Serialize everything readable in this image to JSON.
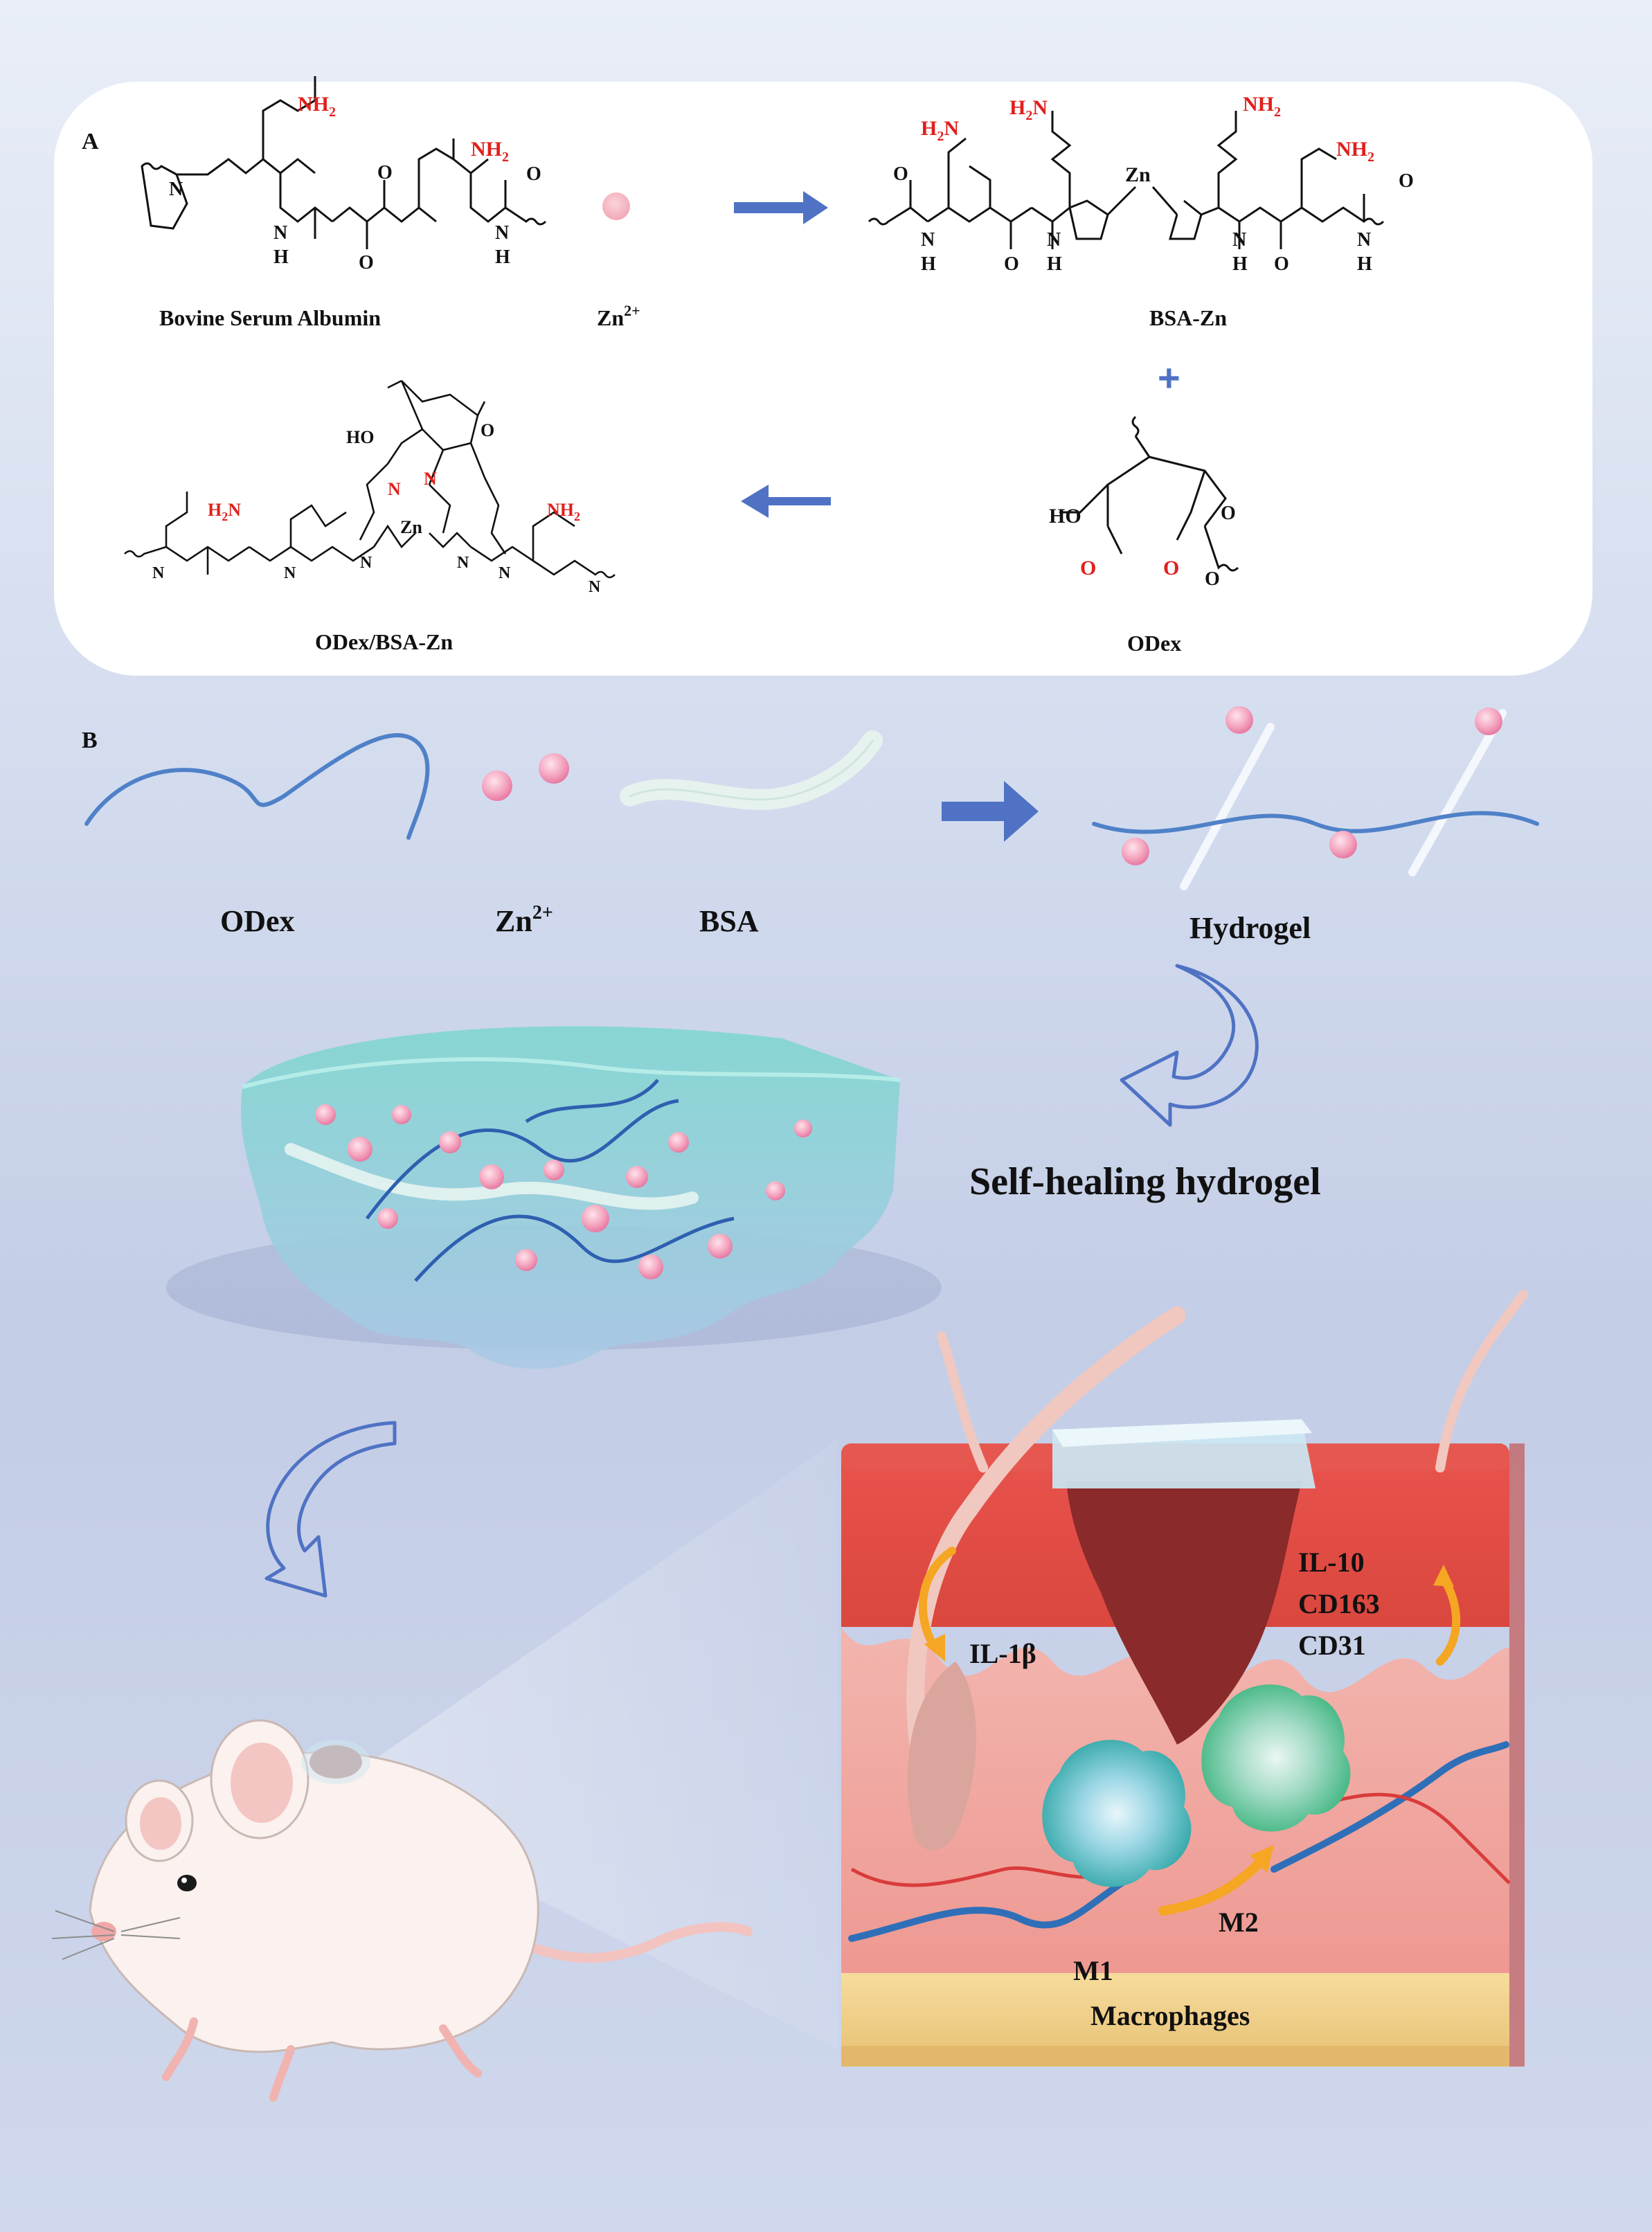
{
  "panel_a": {
    "label": "A",
    "bsa_name": "Bovine Serum Albumin",
    "zn_label": "Zn",
    "zn_charge": "2+",
    "bsa_zn_name": "BSA-Zn",
    "odex_name": "ODex",
    "product_name": "ODex/BSA-Zn",
    "plus_sign": "+",
    "atoms": {
      "nh2": "NH",
      "nh2_sub": "2",
      "h2n": "H",
      "h2n_sub": "2",
      "h2n_n": "N",
      "n": "N",
      "h": "H",
      "o": "O",
      "zn": "Zn",
      "ho": "HO"
    }
  },
  "panel_b": {
    "label": "B",
    "odex_label": "ODex",
    "zn_label": "Zn",
    "zn_charge": "2+",
    "bsa_label": "BSA",
    "hydrogel_label": "Hydrogel",
    "self_healing_label": "Self-healing hydrogel",
    "skin_labels": {
      "il1b": "IL-1β",
      "il10": "IL-10",
      "cd163": "CD163",
      "cd31": "CD31",
      "m1": "M1",
      "m2": "M2",
      "macrophages": "Macrophages"
    }
  },
  "colors": {
    "arrow_blue": "#4f72c4",
    "zn_pink": "#f4b6c2",
    "label_red": "#e0201c",
    "orange_arrow": "#f5a623"
  }
}
